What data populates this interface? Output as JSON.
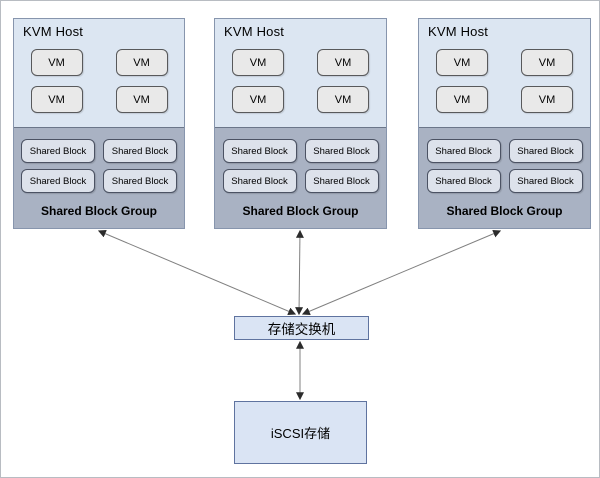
{
  "diagram": {
    "hosts": [
      {
        "title": "KVM Host",
        "vms": [
          "VM",
          "VM",
          "VM",
          "VM"
        ],
        "shared_blocks": [
          "Shared Block",
          "Shared Block",
          "Shared Block",
          "Shared Block"
        ],
        "group_label": "Shared Block Group"
      },
      {
        "title": "KVM Host",
        "vms": [
          "VM",
          "VM",
          "VM",
          "VM"
        ],
        "shared_blocks": [
          "Shared Block",
          "Shared Block",
          "Shared Block",
          "Shared Block"
        ],
        "group_label": "Shared Block Group"
      },
      {
        "title": "KVM Host",
        "vms": [
          "VM",
          "VM",
          "VM",
          "VM"
        ],
        "shared_blocks": [
          "Shared Block",
          "Shared Block",
          "Shared Block",
          "Shared Block"
        ],
        "group_label": "Shared Block Group"
      }
    ],
    "switch": {
      "label": "存储交换机"
    },
    "storage": {
      "label": "iSCSI存储"
    },
    "edges": [
      {
        "from": "kvm-host-1-shared-block-group",
        "to": "storage-switch",
        "style": "double-arrow"
      },
      {
        "from": "kvm-host-2-shared-block-group",
        "to": "storage-switch",
        "style": "double-arrow"
      },
      {
        "from": "kvm-host-3-shared-block-group",
        "to": "storage-switch",
        "style": "double-arrow"
      },
      {
        "from": "storage-switch",
        "to": "iscsi-storage",
        "style": "double-arrow"
      }
    ],
    "colors": {
      "host_fill": "#dce6f2",
      "host_border": "#8795ad",
      "group_fill": "#a9b2c3",
      "vm_fill": "#e9e9e9",
      "vm_border": "#58595b",
      "shared_block_fill": "#dde2eb",
      "shared_block_border": "#4b5263",
      "switch_fill": "#dae4f4",
      "switch_border": "#5f739f",
      "connector": "#808080"
    }
  }
}
